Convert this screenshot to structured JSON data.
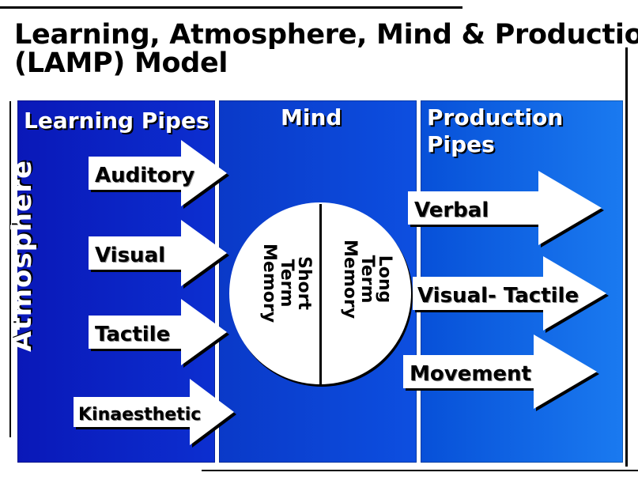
{
  "title": {
    "line1": "Learning, Atmosphere, Mind & Production",
    "line2": "(LAMP) Model"
  },
  "colors": {
    "learning_panel": "#0a18b8",
    "mind_panel": "#0a39c8",
    "production_panel": "#0750d8",
    "arrow_fill": "#ffffff",
    "text_dark": "#000000"
  },
  "learning": {
    "heading": "Learning Pipes",
    "side_label": "Atmosphere",
    "pipes": [
      "Auditory",
      "Visual",
      "Tactile",
      "Kinaesthetic"
    ]
  },
  "mind": {
    "heading": "Mind",
    "short_term": [
      "Short",
      "Term",
      "Memory"
    ],
    "long_term": [
      "Long",
      "Term",
      "Memory"
    ]
  },
  "production": {
    "heading_line1": "Production",
    "heading_line2": "Pipes",
    "pipes": [
      "Verbal",
      "Visual- Tactile",
      "Movement"
    ]
  }
}
